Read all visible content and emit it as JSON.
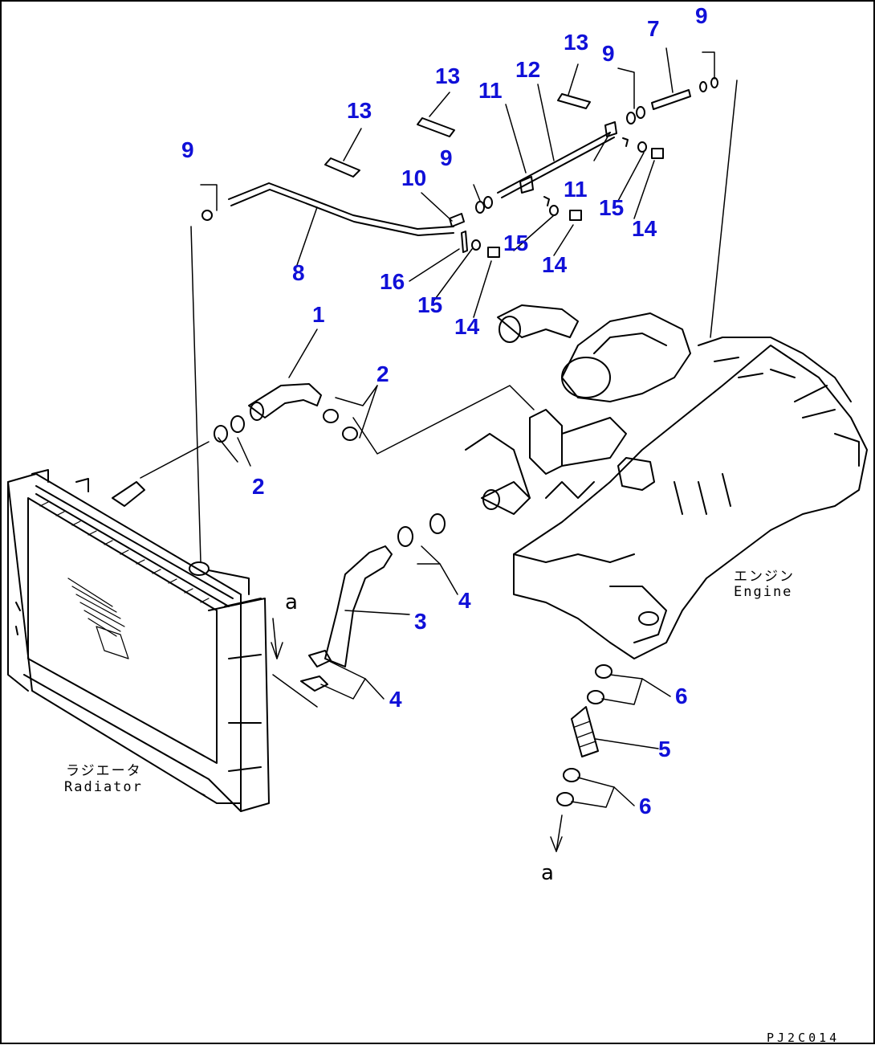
{
  "callouts": {
    "c1": "1",
    "c2a": "2",
    "c2b": "2",
    "c3": "3",
    "c4a": "4",
    "c4b": "4",
    "c5": "5",
    "c6a": "6",
    "c6b": "6",
    "c7": "7",
    "c8": "8",
    "c9a": "9",
    "c9b": "9",
    "c9c": "9",
    "c9d": "9",
    "c10": "10",
    "c11a": "11",
    "c11b": "11",
    "c12": "12",
    "c13a": "13",
    "c13b": "13",
    "c13c": "13",
    "c14a": "14",
    "c14b": "14",
    "c14c": "14",
    "c15a": "15",
    "c15b": "15",
    "c15c": "15",
    "c16": "16"
  },
  "labels": {
    "engine_jp": "エンジン",
    "engine_en": "Engine",
    "radiator_jp": "ラジエータ",
    "radiator_en": "Radiator",
    "ref_a_top": "a",
    "ref_a_bottom": "a"
  },
  "drawing_code": "PJ2C014",
  "colors": {
    "callout": "#1010d8",
    "line": "#000000",
    "background": "#ffffff"
  }
}
